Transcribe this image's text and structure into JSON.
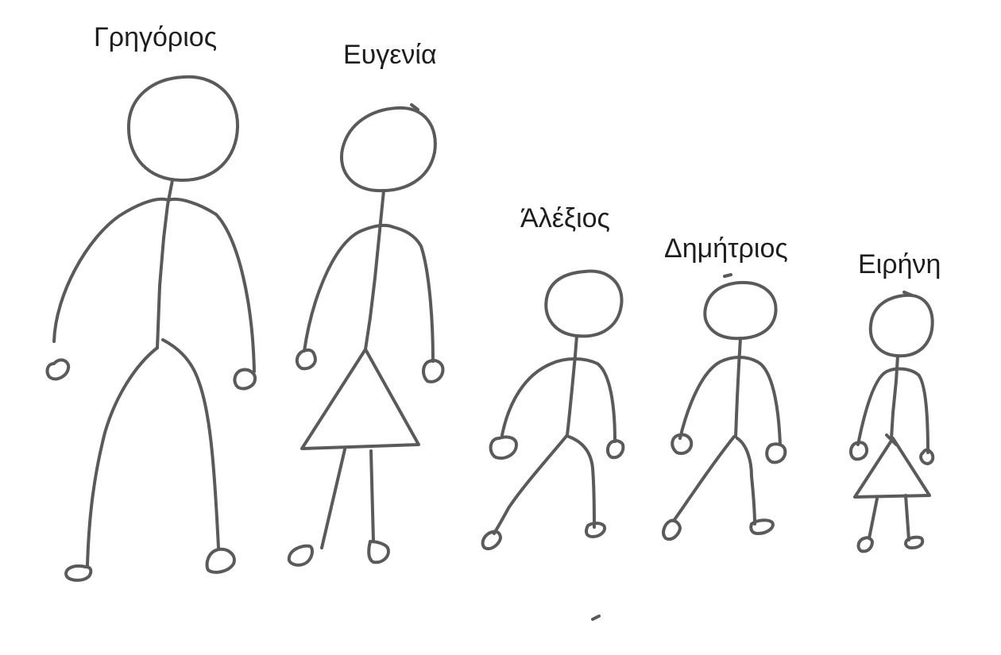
{
  "figures": [
    {
      "id": "grigorios",
      "name": "Γρηγόριος",
      "clothing": "trousers"
    },
    {
      "id": "evgenia",
      "name": "Ευγενία",
      "clothing": "dress"
    },
    {
      "id": "alexios",
      "name": "Άλέξιος",
      "clothing": "trousers"
    },
    {
      "id": "dimitrios",
      "name": "Δημήτριος",
      "clothing": "trousers"
    },
    {
      "id": "eirini",
      "name": "Ειρήνη",
      "clothing": "dress"
    }
  ],
  "colors": {
    "background": "#ffffff",
    "pencil": "#5a5a5a",
    "text": "#1e1e1e"
  }
}
